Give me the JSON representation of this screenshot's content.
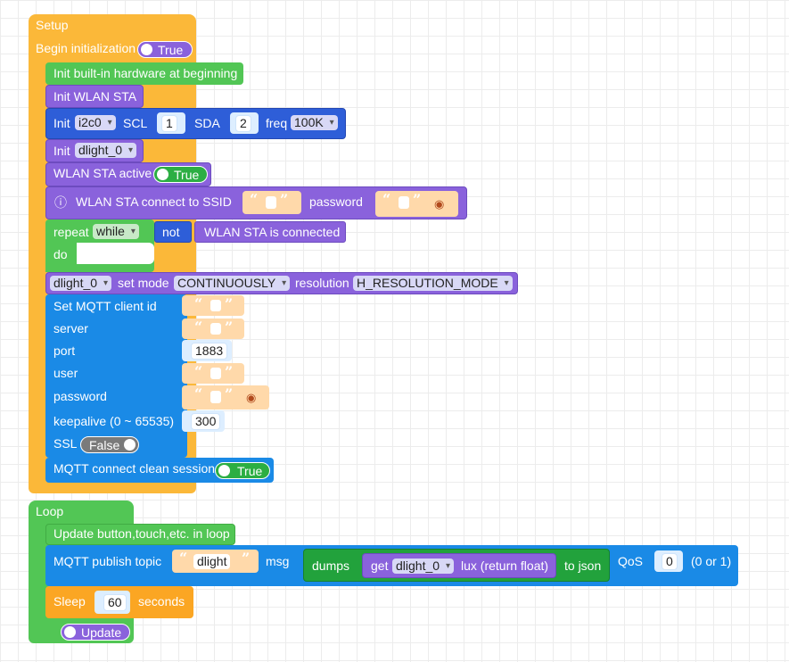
{
  "setup": {
    "title": "Setup",
    "begin_label": "Begin initialization",
    "begin_toggle": "True",
    "init_hw": "Init built-in hardware at beginning",
    "init_wlan": "Init WLAN STA",
    "i2c": {
      "init": "Init",
      "bus": "i2c0",
      "scl": "SCL",
      "scl_val": "1",
      "sda": "SDA",
      "sda_val": "2",
      "freq": "freq",
      "freq_val": "100K"
    },
    "dlight": {
      "init": "Init",
      "name": "dlight_0"
    },
    "wlan_active": {
      "label": "WLAN STA active",
      "toggle": "True"
    },
    "wlan_connect": {
      "label": "WLAN STA connect to SSID",
      "password": "password",
      "ssid_quote_open": "“",
      "ssid_quote_close": "”",
      "pwd_quote_open": "“",
      "pwd_quote_close": "”"
    },
    "repeat": {
      "label": "repeat",
      "mode": "while",
      "not": "not",
      "cond": "WLAN STA is connected",
      "do": "do"
    },
    "set_mode": {
      "device": "dlight_0",
      "label": "set mode",
      "mode": "CONTINUOUSLY",
      "res_label": "resolution",
      "res": "H_RESOLUTION_MODE"
    },
    "mqtt_client": {
      "title": "Set MQTT client id",
      "server": "server",
      "port": "port",
      "port_val": "1883",
      "user": "user",
      "password": "password",
      "keepalive": "keepalive (0 ~ 65535)",
      "keepalive_val": "300",
      "ssl": "SSL",
      "ssl_toggle": "False"
    },
    "mqtt_connect": {
      "label": "MQTT connect clean session",
      "toggle": "True"
    }
  },
  "loop": {
    "title": "Loop",
    "update_label": "Update button,touch,etc. in loop",
    "publish": {
      "label": "MQTT publish topic",
      "topic": "dlight",
      "msg": "msg",
      "dumps": "dumps",
      "get": "get",
      "device": "dlight_0",
      "prop": "lux (return float)",
      "to_json": "to json",
      "qos": "QoS",
      "qos_val": "0",
      "qos_hint": "(0 or 1)"
    },
    "sleep": {
      "label": "Sleep",
      "value": "60",
      "unit": "seconds"
    },
    "update_toggle": "Update"
  }
}
